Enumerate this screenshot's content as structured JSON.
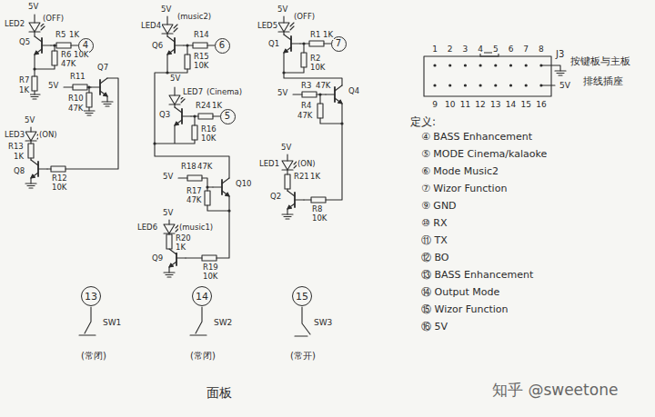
{
  "diagram": {
    "nodes": [
      {
        "text": [
          "4"
        ]
      },
      {
        "text": [
          "6"
        ]
      },
      {
        "text": [
          "7"
        ]
      },
      {
        "text": [
          "5"
        ]
      },
      {
        "text": [
          "13"
        ]
      },
      {
        "text": [
          "14"
        ]
      },
      {
        "text": [
          "15"
        ]
      }
    ],
    "labels": [
      "5V",
      "LED2",
      "(OFF)",
      "Q5",
      "R5",
      "1K",
      "R6",
      "10K",
      "47K",
      "R7",
      "1K",
      "5V",
      "R11",
      "R10",
      "47K",
      "Q7",
      "5V",
      "LED3",
      "(ON)",
      "R13",
      "1K",
      "Q8",
      "R12",
      "10K",
      "5V",
      "LED4",
      "(music2)",
      "Q6",
      "R14",
      "R15",
      "10K",
      "5V",
      "LED7",
      "(Cinema)",
      "Q3",
      "R24",
      "1K",
      "R16",
      "10K",
      "5V",
      "R18",
      "47K",
      "Q10",
      "R17",
      "47K",
      "5V",
      "LED6",
      "(music1)",
      "R20",
      "1K",
      "Q9",
      "R19",
      "10K",
      "5V",
      "LED5",
      "(OFF)",
      "Q1",
      "R1",
      "1K",
      "R2",
      "10K",
      "5V",
      "R3",
      "47K",
      "R4",
      "47K",
      "Q4",
      "5V",
      "LED1",
      "(ON)",
      "R21",
      "1K",
      "Q2",
      "R8",
      "10K",
      "SW1",
      "(常闭)",
      "SW2",
      "(常闭)",
      "SW3",
      "(常开)",
      "面板",
      "J3",
      "按键板与主板",
      "排线插座",
      "1",
      "2",
      "3",
      "4",
      "5",
      "6",
      "7",
      "8",
      "9",
      "10",
      "11",
      "12",
      "13",
      "14",
      "15",
      "16",
      "5V",
      "定义:",
      "④ BASS Enhancement",
      "⑤ MODE Cinema/kalaoke",
      "⑥ Mode Music2",
      "⑦ Wizor Function",
      "⑨ GND",
      "⑩ RX",
      "⑪ TX",
      "⑫ BO",
      "⑬ BASS Enhancement",
      "⑭ Output Mode",
      "⑮ Wizor Function",
      "⑯ 5V",
      "知乎 @sweetone"
    ]
  }
}
